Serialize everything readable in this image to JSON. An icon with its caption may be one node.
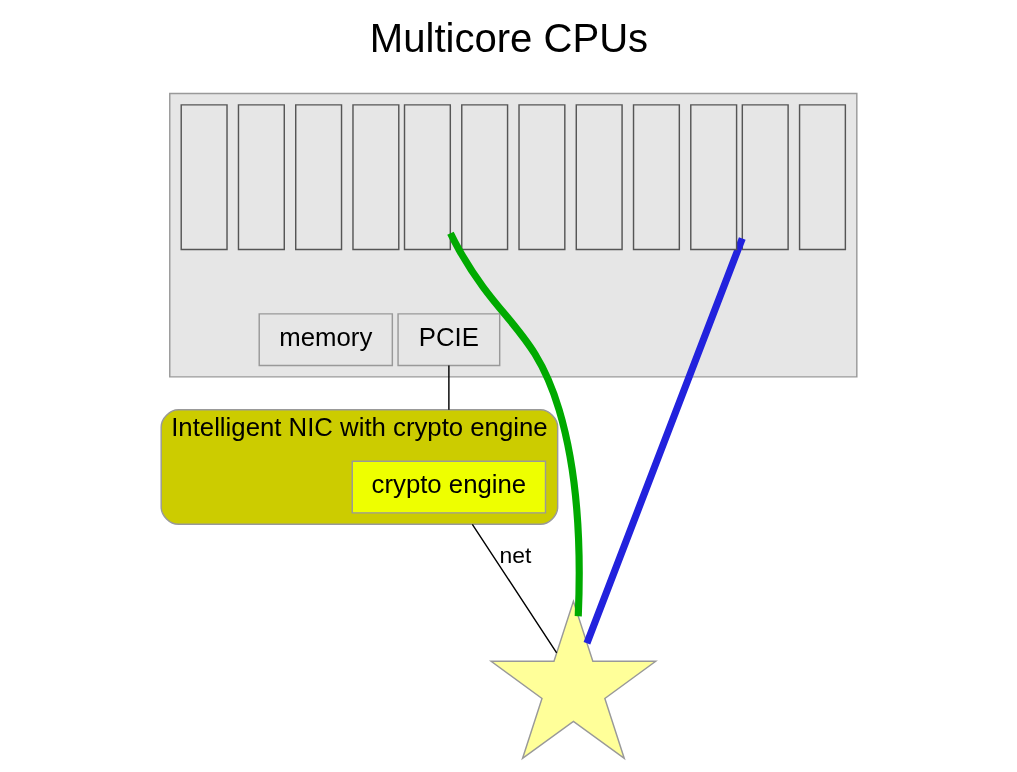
{
  "diagram": {
    "title": "Multicore CPUs",
    "nodes": [
      {
        "text": [],
        "shape": "box"
      },
      {
        "text": [],
        "shape": "box",
        "in": 0
      },
      {
        "text": [],
        "shape": "box",
        "in": 0
      },
      {
        "text": [],
        "shape": "box",
        "in": 0
      },
      {
        "text": [],
        "shape": "box",
        "in": 0
      },
      {
        "text": [],
        "shape": "box",
        "in": 0
      },
      {
        "text": [],
        "shape": "box",
        "in": 0
      },
      {
        "text": [],
        "shape": "box",
        "in": 0
      },
      {
        "text": [],
        "shape": "box",
        "in": 0
      },
      {
        "text": [],
        "shape": "box",
        "in": 0
      },
      {
        "text": [],
        "shape": "box",
        "in": 0
      },
      {
        "text": [],
        "shape": "box",
        "in": 0
      },
      {
        "text": [],
        "shape": "box",
        "in": 0
      },
      {
        "text": [
          "memory"
        ],
        "in": 0
      },
      {
        "text": [
          "PCIE"
        ],
        "in": 0
      },
      {
        "text": [
          "Intelligent NIC with crypto engine"
        ]
      },
      {
        "text": [
          "crypto engine"
        ],
        "in": 15
      },
      {
        "text": [],
        "shape": "star"
      }
    ],
    "edges": [
      {
        "from": 5,
        "to": 17,
        "arrow": "none",
        "style": "thick",
        "color": "#2222dd"
      },
      {
        "from": 7,
        "to": 17,
        "arrow": "none",
        "style": "thick",
        "color": "#00aa00"
      },
      {
        "from": 14,
        "to": 15,
        "arrow": "none"
      },
      {
        "from": 15,
        "to": 17,
        "label": "net",
        "arrow": "none"
      }
    ]
  }
}
